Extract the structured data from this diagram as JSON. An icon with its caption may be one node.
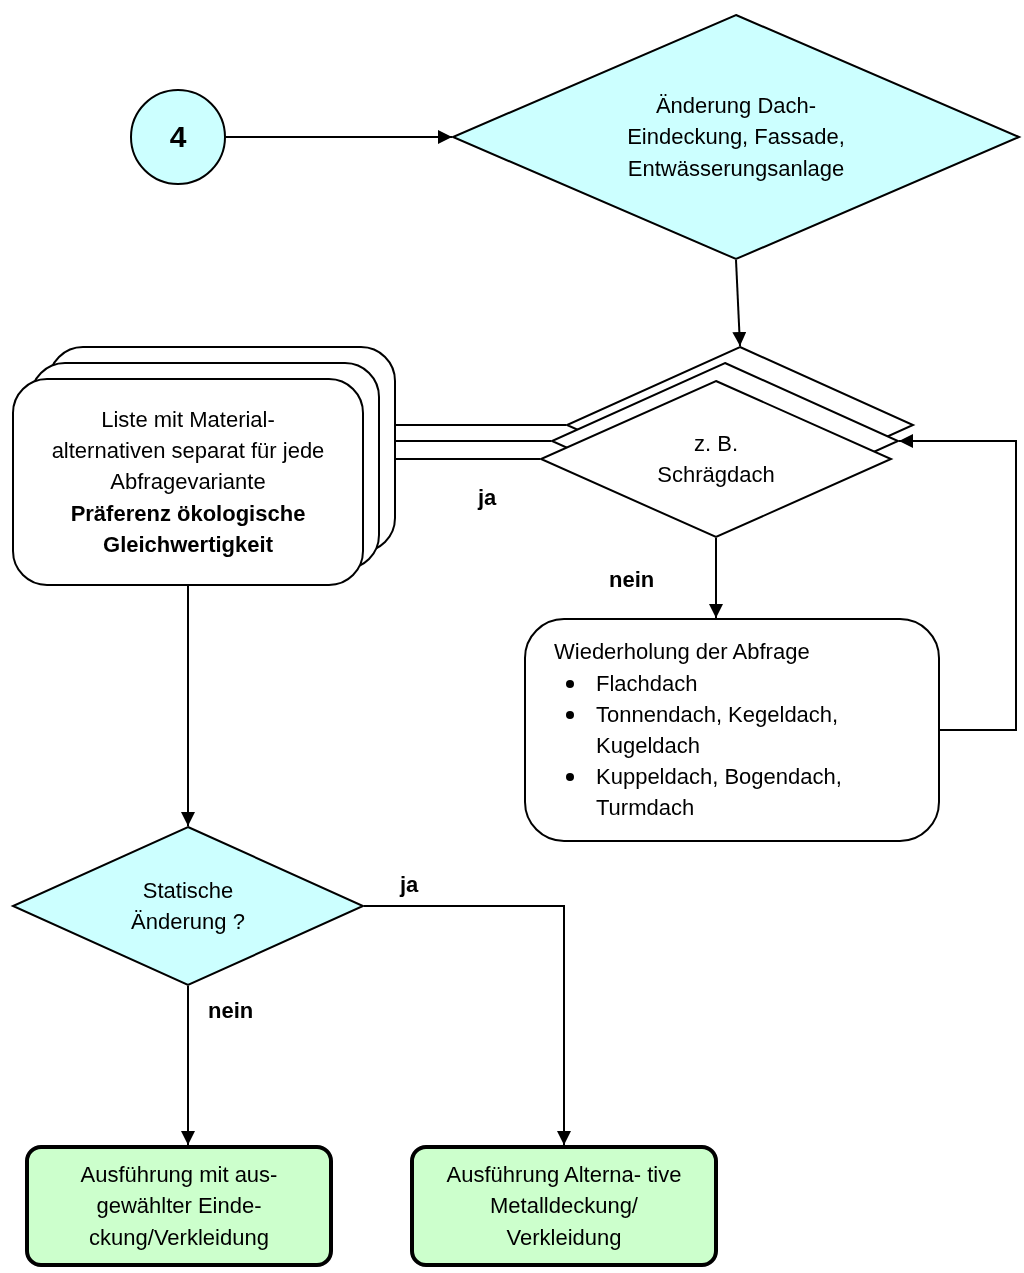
{
  "diagram": {
    "nodes": [
      {
        "text": [
          "4"
        ]
      },
      {
        "text": [
          "Änderung Dach-Eindeckung, Fassade, Entwässerungsanlage"
        ]
      },
      {
        "text": [
          "z. B. Schrägdach"
        ]
      },
      {
        "text": [
          "Liste mit Material- alternativen separat für jede Abfragevariante",
          "Präferenz ökologische Gleichwertigkeit"
        ]
      },
      {
        "text": [
          "Wiederholung der Abfrage",
          "Flachdach",
          "Tonnendach, Kegeldach, Kugeldach",
          "Kuppeldach, Bogendach, Turmdach"
        ]
      },
      {
        "text": [
          "Statische Änderung ?"
        ]
      },
      {
        "text": [
          "Ausführung mit aus- gewählter Einde- ckung/Verkleidung"
        ]
      },
      {
        "text": [
          "Ausführung Alterna- tive Metalldeckung/ Verkleidung"
        ]
      }
    ],
    "edges": [
      {
        "from": 0,
        "to": 1,
        "arrow": "to"
      },
      {
        "from": 1,
        "to": 2,
        "arrow": "to"
      },
      {
        "from": 2,
        "to": 3,
        "arrow": "none"
      },
      {
        "from": 2,
        "to": 3,
        "arrow": "none"
      },
      {
        "from": 2,
        "to": 3,
        "arrow": "to",
        "label": "ja"
      },
      {
        "from": 2,
        "to": 4,
        "arrow": "to",
        "label": "nein"
      },
      {
        "from": 4,
        "to": 2,
        "arrow": "to"
      },
      {
        "from": 3,
        "to": 5,
        "arrow": "to"
      },
      {
        "from": 5,
        "to": 7,
        "arrow": "to",
        "label": "ja"
      },
      {
        "from": 5,
        "to": 6,
        "arrow": "to",
        "label": "nein"
      }
    ]
  }
}
